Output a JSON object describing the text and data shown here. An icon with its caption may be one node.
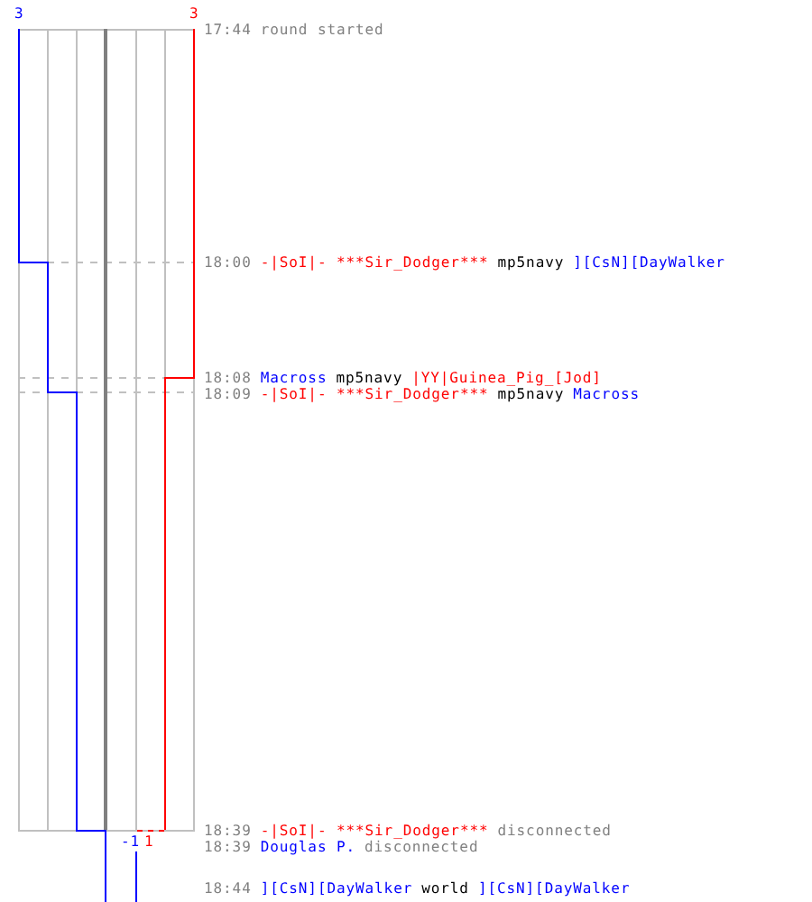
{
  "diagram": {
    "labels": [
      "3",
      "3",
      "17:44",
      "round started",
      "18:00",
      "-|SoI|- ***Sir_Dodger***",
      "mp5navy",
      "][CsN][DayWalker",
      "18:08",
      "Macross",
      "mp5navy",
      "|YY|Guinea_Pig_[Jod]",
      "18:09",
      "-|SoI|- ***Sir_Dodger***",
      "mp5navy",
      "Macross",
      "-1",
      "1",
      "18:39",
      "-|SoI|- ***Sir_Dodger***",
      "disconnected",
      "18:39",
      "Douglas P.",
      "disconnected",
      "18:44",
      "][CsN][DayWalker",
      "world",
      "][CsN][DayWalker"
    ]
  }
}
